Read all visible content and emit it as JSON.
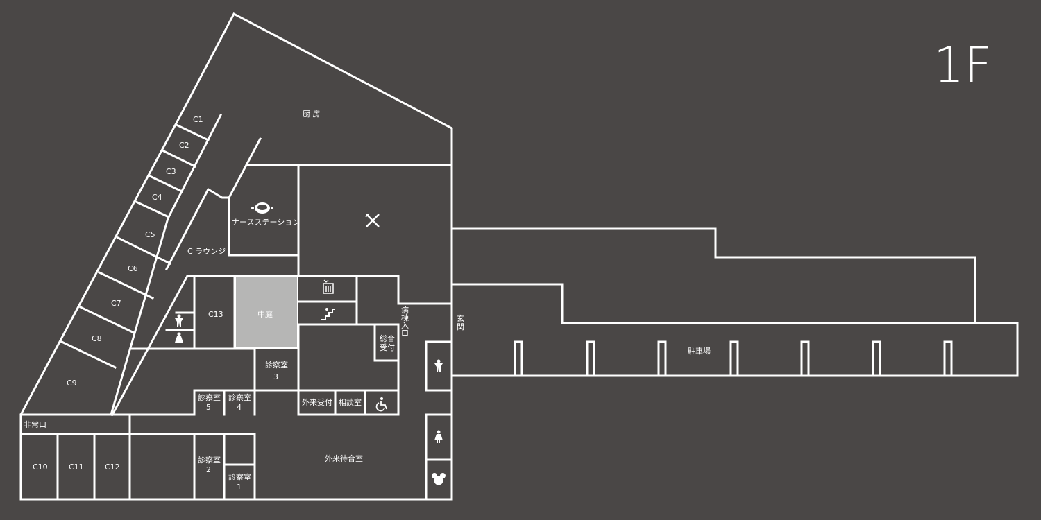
{
  "floor": {
    "label": "1F"
  },
  "rooms": {
    "kitchen": "厨 房",
    "nurse_station": "ナースステーション",
    "lounge": "C ラウンジ",
    "courtyard": "中庭",
    "ward_entrance": [
      "病",
      "棟",
      "入",
      "口"
    ],
    "main_entrance": [
      "玄",
      "関"
    ],
    "reception_general": [
      "総合",
      "受付"
    ],
    "exam3": [
      "診察室",
      "3"
    ],
    "exam5": [
      "診察室",
      "5"
    ],
    "exam4": [
      "診察室",
      "4"
    ],
    "exam2": [
      "診察室",
      "2"
    ],
    "exam1": [
      "診察室",
      "1"
    ],
    "outpatient_reception": "外来受付",
    "consultation": "相談室",
    "outpatient_waiting": "外来待合室",
    "emergency_exit": "非常口",
    "parking": "駐車場",
    "c1": "C1",
    "c2": "C2",
    "c3": "C3",
    "c4": "C4",
    "c5": "C5",
    "c6": "C6",
    "c7": "C7",
    "c8": "C8",
    "c9": "C9",
    "c10": "C10",
    "c11": "C11",
    "c12": "C12",
    "c13": "C13"
  },
  "icons": {
    "nurse": "nurse-cap-icon",
    "dining": "fork-knife-icon",
    "elevator": "elevator-icon",
    "stairs": "stairs-icon",
    "toilet_male": "male-toilet-icon",
    "toilet_female": "female-toilet-icon",
    "accessible": "wheelchair-icon",
    "kids": "kids-toilet-icon"
  },
  "colors": {
    "background": "#4a4746",
    "walls": "#ffffff",
    "courtyard": "#b6b6b5"
  }
}
